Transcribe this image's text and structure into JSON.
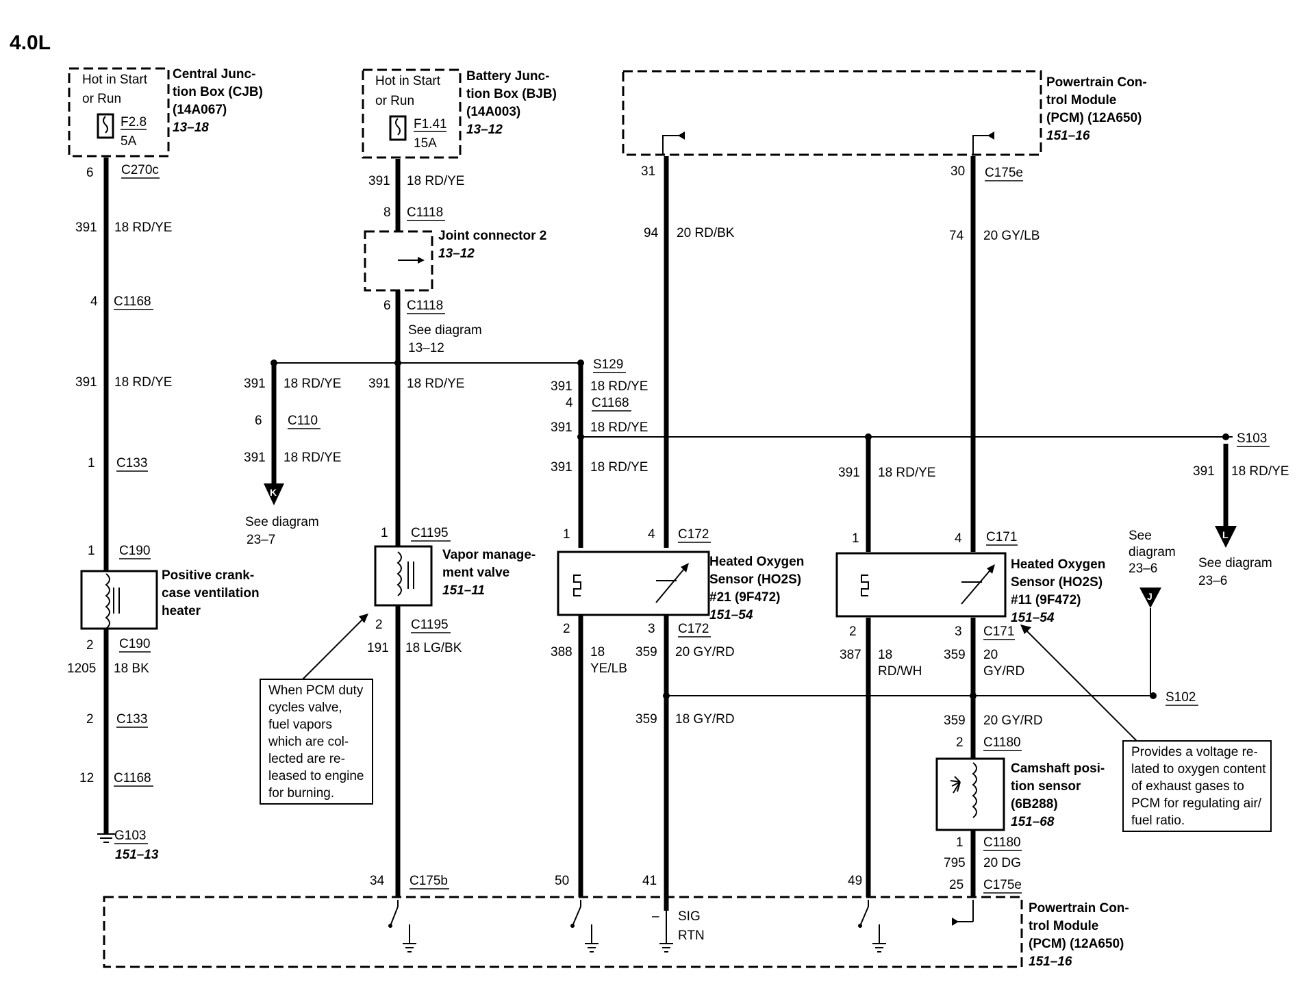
{
  "title": "4.0L",
  "labels": {
    "cjb_hot1": "Hot in Start",
    "cjb_hot2": "or Run",
    "cjb_fuse": "F2.8",
    "cjb_amp": "5A",
    "cjb_name1": "Central Junc-",
    "cjb_name2": "tion Box (CJB)",
    "cjb_name3": "(14A067)",
    "cjb_ref": "13–18",
    "bjb_hot1": "Hot in Start",
    "bjb_hot2": "or Run",
    "bjb_fuse": "F1.41",
    "bjb_amp": "15A",
    "bjb_name1": "Battery Junc-",
    "bjb_name2": "tion Box (BJB)",
    "bjb_name3": "(14A003)",
    "bjb_ref": "13–12",
    "pcm_top1": "Powertrain Con-",
    "pcm_top2": "trol Module",
    "pcm_top3": "(PCM) (12A650)",
    "pcm_top_ref": "151–16",
    "jc_name": "Joint connector 2",
    "jc_ref": "13–12",
    "see_diagram": "See diagram",
    "ref_13_12": "13–12",
    "ref_23_7": "23–7",
    "ref_23_6a": "23–6",
    "ref_23_6b": "23–6",
    "see": "See",
    "diagram": "diagram",
    "pcv1": "Positive crank-",
    "pcv2": "case ventilation",
    "pcv3": "heater",
    "vmv1": "Vapor manage-",
    "vmv2": "ment valve",
    "vmv_ref": "151–11",
    "ho21_1": "Heated Oxygen",
    "ho21_2": "Sensor (HO2S)",
    "ho21_3": "#21 (9F472)",
    "ho21_ref": "151–54",
    "ho11_1": "Heated Oxygen",
    "ho11_2": "Sensor (HO2S)",
    "ho11_3": "#11 (9F472)",
    "ho11_ref": "151–54",
    "cam1": "Camshaft posi-",
    "cam2": "tion sensor",
    "cam3": "(6B288)",
    "cam_ref": "151–68",
    "pcm_bot1": "Powertrain Con-",
    "pcm_bot2": "trol Module",
    "pcm_bot3": "(PCM) (12A650)",
    "pcm_bot_ref": "151–16",
    "g103": "G103",
    "g103_ref": "151–13",
    "sig": "SIG",
    "rtn": "RTN",
    "minus": "–",
    "arrow_k": "K",
    "arrow_l": "L",
    "arrow_j": "J"
  },
  "notes": {
    "vmv_note": [
      "When PCM duty",
      "cycles valve,",
      "fuel vapors",
      "which are col-",
      "lected are re-",
      "leased to engine",
      "for burning."
    ],
    "ho2s_note": [
      "Provides a voltage re-",
      "lated to oxygen content",
      "of exhaust gases to",
      "PCM for regulating air/",
      "fuel ratio."
    ]
  },
  "connectors": {
    "c270c": "C270c",
    "c1168": "C1168",
    "c133": "C133",
    "c190": "C190",
    "c1118": "C1118",
    "c110": "C110",
    "c1195": "C1195",
    "s129": "S129",
    "c172": "C172",
    "c171": "C171",
    "c175e": "C175e",
    "s103": "S103",
    "s102": "S102",
    "c1180": "C1180",
    "c175b": "C175b"
  },
  "pins": {
    "p6": "6",
    "p4": "4",
    "p1": "1",
    "p2": "2",
    "p12": "12",
    "p8": "8",
    "p3": "3",
    "p31": "31",
    "p30": "30",
    "p34": "34",
    "p50": "50",
    "p41": "41",
    "p49": "49",
    "p25": "25"
  },
  "circuits": {
    "c391": "391",
    "c1205": "1205",
    "c191": "191",
    "c388": "388",
    "c359": "359",
    "c94": "94",
    "c74": "74",
    "c387": "387",
    "c795": "795"
  },
  "wire_specs": {
    "rdye": "18 RD/YE",
    "bk18": "18 BK",
    "lgbk": "18 LG/BK",
    "rdbk": "20 RD/BK",
    "gylb": "20 GY/LB",
    "n18": "18",
    "yelb": "YE/LB",
    "gyrd20": "20 GY/RD",
    "gyrd18": "18 GY/RD",
    "rdwh": "RD/WH",
    "n20": "20",
    "gyrd": "GY/RD",
    "dg": "20 DG"
  }
}
